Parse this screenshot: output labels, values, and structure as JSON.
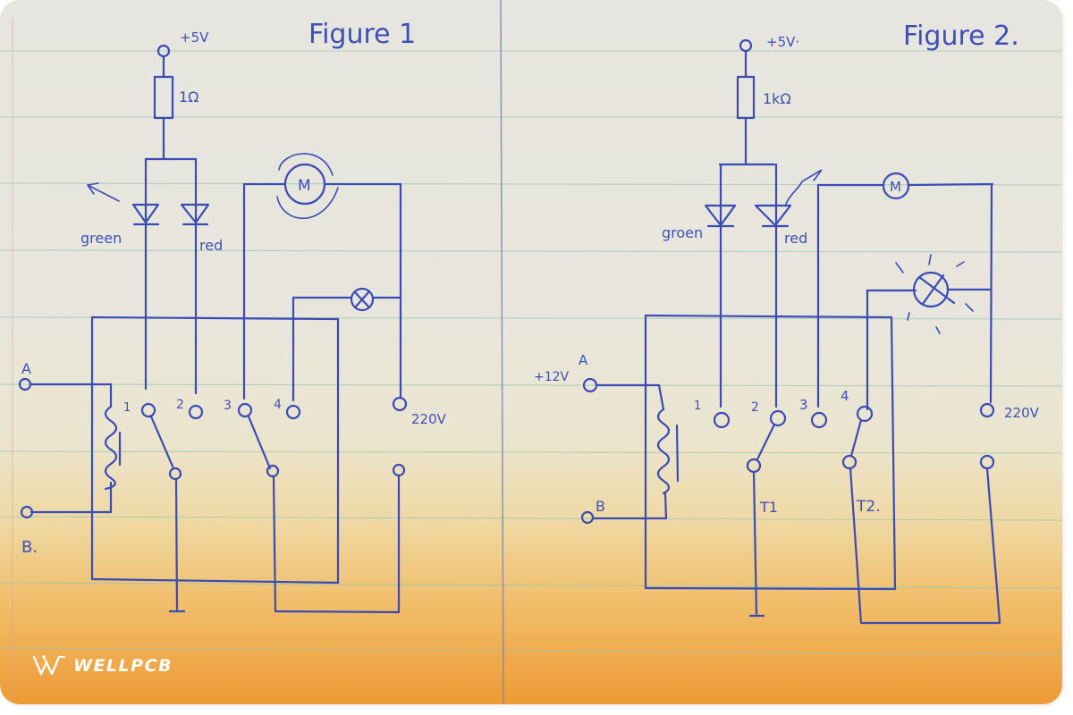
{
  "figure1": {
    "title": "Figure 1",
    "supply_label": "+5V",
    "resistor_label": "1Ω",
    "led_green_label": "green",
    "led_red_label": "red",
    "motor_label": "M",
    "terminal_A": "A",
    "terminal_B": "B.",
    "contact_labels": [
      "1",
      "2",
      "3",
      "4"
    ],
    "mains_label": "220V"
  },
  "figure2": {
    "title": "Figure 2.",
    "supply_label": "+5V·",
    "resistor_label": "1kΩ",
    "led_green_label": "groen",
    "led_red_label": "red",
    "motor_label": "M",
    "coil_supply_label": "+12V",
    "terminal_A": "A",
    "terminal_B": "B",
    "contact_labels": [
      "1",
      "2",
      "3",
      "4"
    ],
    "switch_labels": [
      "T1",
      "T2."
    ],
    "mains_label": "220V"
  },
  "branding": {
    "logo_text": "WELLPCB",
    "accent_color": "#ee9a35",
    "ink_color": "#3a4bb5"
  }
}
